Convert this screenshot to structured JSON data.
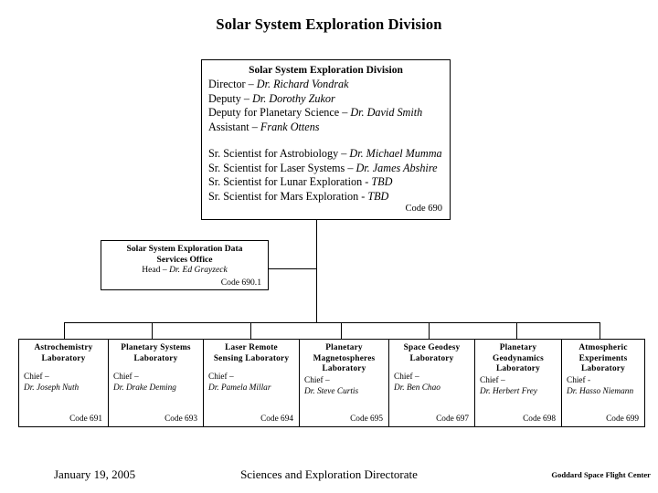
{
  "page": {
    "title": "Solar System Exploration Division"
  },
  "division": {
    "title": "Solar System Exploration Division",
    "code": "Code 690",
    "roles": [
      {
        "label": "Director – ",
        "name": "Dr. Richard Vondrak"
      },
      {
        "label": "Deputy – ",
        "name": "Dr. Dorothy Zukor"
      },
      {
        "label": "Deputy for Planetary Science – ",
        "name": "Dr. David Smith"
      },
      {
        "label": "Assistant – ",
        "name": "Frank Ottens"
      }
    ],
    "scientists": [
      {
        "label": "Sr. Scientist for Astrobiology – ",
        "name": "Dr. Michael Mumma"
      },
      {
        "label": "Sr. Scientist for Laser Systems – ",
        "name": "Dr. James Abshire"
      },
      {
        "label": "Sr. Scientist for Lunar Exploration - ",
        "name": "TBD"
      },
      {
        "label": "Sr. Scientist for Mars Exploration - ",
        "name": "TBD"
      }
    ]
  },
  "data_services_office": {
    "title_line1": "Solar System Exploration Data",
    "title_line2": "Services Office",
    "head_label": "Head – ",
    "head_name": "Dr. Ed Grayzeck",
    "code": "Code 690.1"
  },
  "labs": [
    {
      "title_lines": [
        "Astrochemistry",
        "Laboratory"
      ],
      "chief_label": "Chief –",
      "chief_name": "Dr. Joseph Nuth",
      "code": "Code 691"
    },
    {
      "title_lines": [
        "Planetary Systems",
        "Laboratory"
      ],
      "chief_label": "Chief –",
      "chief_name": "Dr. Drake Deming",
      "code": "Code 693"
    },
    {
      "title_lines": [
        "Laser Remote",
        "Sensing Laboratory"
      ],
      "chief_label": "Chief –",
      "chief_name": "Dr. Pamela Millar",
      "code": "Code 694"
    },
    {
      "title_lines": [
        "Planetary",
        "Magnetospheres",
        "Laboratory"
      ],
      "chief_label": "Chief –",
      "chief_name": "Dr. Steve Curtis",
      "code": "Code 695"
    },
    {
      "title_lines": [
        "Space Geodesy",
        "Laboratory"
      ],
      "chief_label": "Chief –",
      "chief_name": "Dr. Ben Chao",
      "code": "Code 697"
    },
    {
      "title_lines": [
        "Planetary",
        "Geodynamics",
        "Laboratory"
      ],
      "chief_label": "Chief –",
      "chief_name": "Dr. Herbert Frey",
      "code": "Code 698"
    },
    {
      "title_lines": [
        "Atmospheric",
        "Experiments",
        "Laboratory"
      ],
      "chief_label": "Chief -",
      "chief_name": "Dr. Hasso Niemann",
      "code": "Code 699"
    }
  ],
  "footer": {
    "date": "January 19, 2005",
    "center_text": "Sciences and Exploration Directorate",
    "right_text": "Goddard Space Flight Center"
  },
  "colors": {
    "line": "#000000",
    "background": "#ffffff",
    "text": "#000000"
  }
}
